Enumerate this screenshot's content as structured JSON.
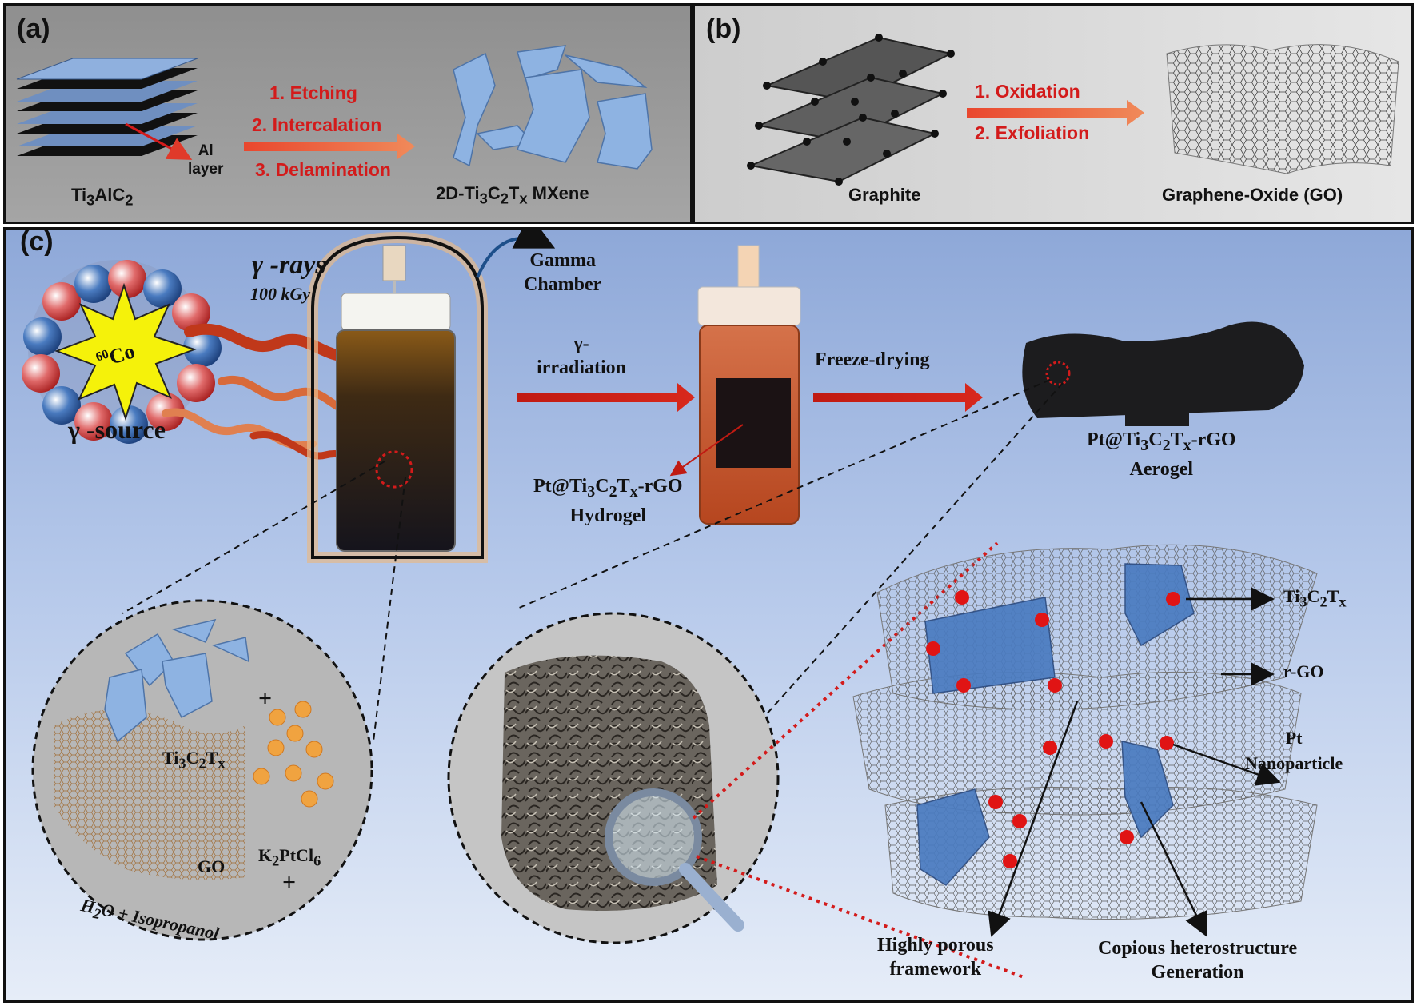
{
  "panel_a": {
    "label": "(a)",
    "al_layer": [
      "Al",
      "layer"
    ],
    "source_material": "Ti3AlC2",
    "steps": [
      "1. Etching",
      "2. Intercalation",
      "3. Delamination"
    ],
    "product": "2D-Ti3C2Tx MXene"
  },
  "panel_b": {
    "label": "(b)",
    "source_material": "Graphite",
    "steps": [
      "1. Oxidation",
      "2. Exfoliation"
    ],
    "product": "Graphene-Oxide (GO)"
  },
  "panel_c": {
    "label": "(c)",
    "gamma_rays": "γ -rays",
    "dose": "100 kGy",
    "cobalt": "60Co",
    "gamma_source": "γ -source",
    "gamma_chamber": [
      "Gamma",
      "Chamber"
    ],
    "irradiation": [
      "γ-",
      "irradiation"
    ],
    "freeze_drying": "Freeze-drying",
    "hydrogel": [
      "Pt@Ti3C2Tx-rGO",
      "Hydrogel"
    ],
    "aerogel": [
      "Pt@Ti3C2Tx-rGO",
      "Aerogel"
    ],
    "precursor": {
      "mxene": "Ti3C2Tx",
      "plus": "+",
      "pt_salt": "K2PtCl6",
      "go": "GO",
      "solvent": "H2O + Isopropanol"
    },
    "legend": {
      "mxene": "Ti3C2Tx",
      "rgo": "r-GO",
      "pt": [
        "Pt",
        "Nanoparticle"
      ]
    },
    "callouts": {
      "porous": [
        "Highly porous",
        "framework"
      ],
      "heterostructure": [
        "Copious heterostructure",
        "Generation"
      ]
    }
  },
  "colors": {
    "accent_red": "#d31b1b",
    "mxene_blue": "#7fa6d6",
    "pt_dot": "#e01414",
    "panel_c_bg": "#8ea8d8"
  }
}
